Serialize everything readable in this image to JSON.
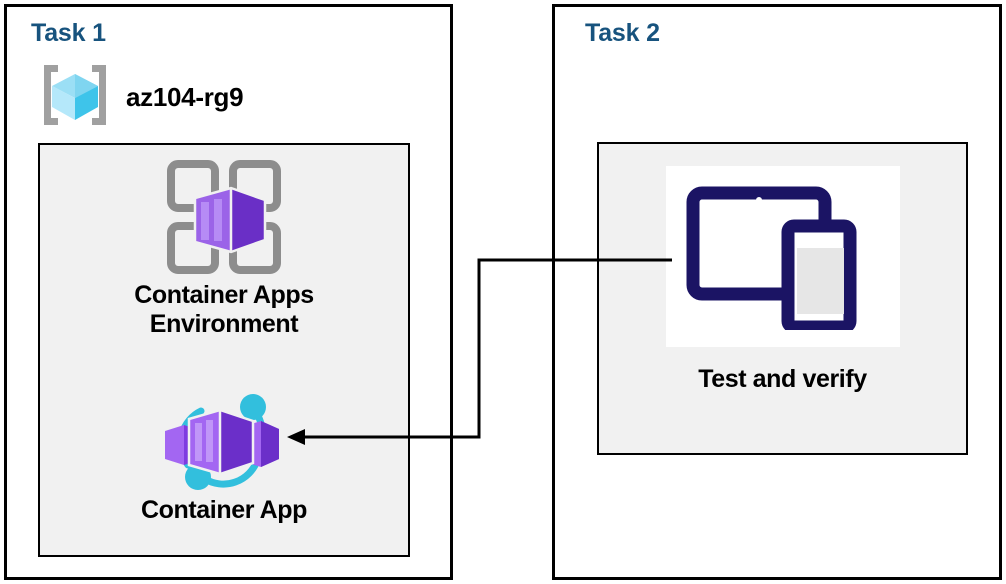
{
  "diagram": {
    "title_color": "#17537E",
    "background": "#ffffff",
    "panel_fill": "#f1f1f1",
    "line_color": "#000000"
  },
  "task1": {
    "title": "Task 1",
    "resource_group": {
      "name": "az104-rg9",
      "icon": "azure-resource-group-icon"
    },
    "nodes": [
      {
        "id": "container-apps-environment",
        "label": "Container Apps\nEnvironment",
        "icon": "container-apps-environment-icon",
        "icon_colors": {
          "frame": "#8d8d8d",
          "cube_light": "#9b63e8",
          "cube_dark": "#6b2fc9"
        }
      },
      {
        "id": "container-app",
        "label": "Container App",
        "icon": "container-app-icon",
        "icon_colors": {
          "accent": "#32bfdd",
          "cube_light": "#a366f2",
          "cube_dark": "#6b2fc9"
        }
      }
    ]
  },
  "task2": {
    "title": "Task 2",
    "nodes": [
      {
        "id": "test-and-verify",
        "label": "Test and verify",
        "icon": "devices-icon",
        "icon_colors": {
          "device_outline": "#1b1464",
          "screen_fill": "#e6e6e6"
        }
      }
    ]
  },
  "connector": {
    "id": "test-to-container-app-arrow",
    "from": "test-and-verify",
    "to": "container-app",
    "arrowhead": "left"
  }
}
